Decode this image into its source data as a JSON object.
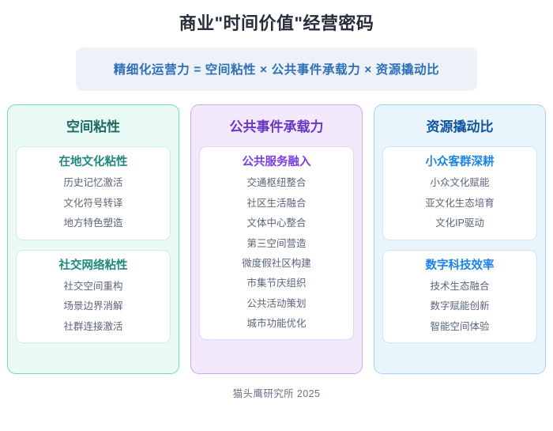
{
  "header": {
    "title": "商业\"时间价值\"经营密码",
    "formula": "精细化运营力 = 空间粘性 × 公共事件承载力 × 资源撬动比"
  },
  "columns": [
    {
      "key": "spatial-stickiness",
      "theme": "teal",
      "title": "空间粘性",
      "cards": [
        {
          "key": "local-culture-stickiness",
          "title": "在地文化粘性",
          "items": [
            "历史记忆激活",
            "文化符号转译",
            "地方特色塑造"
          ]
        },
        {
          "key": "social-network-stickiness",
          "title": "社交网络粘性",
          "items": [
            "社交空间重构",
            "场景边界消解",
            "社群连接激活"
          ]
        }
      ]
    },
    {
      "key": "public-event-capacity",
      "theme": "purple",
      "title": "公共事件承载力",
      "cards": [
        {
          "key": "public-service-integration",
          "title": "公共服务融入",
          "items": [
            "交通枢纽整合",
            "社区生活融合",
            "文体中心整合",
            "第三空间营造",
            "微度假社区构建",
            "市集节庆组织",
            "公共活动策划",
            "城市功能优化"
          ]
        }
      ]
    },
    {
      "key": "resource-leverage-ratio",
      "theme": "blue",
      "title": "资源撬动比",
      "cards": [
        {
          "key": "niche-audience-cultivation",
          "title": "小众客群深耕",
          "items": [
            "小众文化赋能",
            "亚文化生态培育",
            "文化IP驱动"
          ]
        },
        {
          "key": "digital-tech-efficiency",
          "title": "数字科技效率",
          "items": [
            "技术生态融合",
            "数字赋能创新",
            "智能空间体验"
          ]
        }
      ]
    }
  ],
  "footer": {
    "credit": "猫头鹰研究所 2025"
  },
  "colors": {
    "title": "#262d3b",
    "formula_text": "#2f6fb8",
    "formula_bg": "#edf2f9",
    "teal_border": "#72d9c3",
    "teal_bg": "#eafbf5",
    "purple_border": "#c9a9f0",
    "purple_bg": "#f2e9fc",
    "blue_border": "#a6d3f2",
    "blue_bg": "#e9f5fd",
    "item_text": "#5b6478",
    "footer_text": "#6b7489"
  }
}
